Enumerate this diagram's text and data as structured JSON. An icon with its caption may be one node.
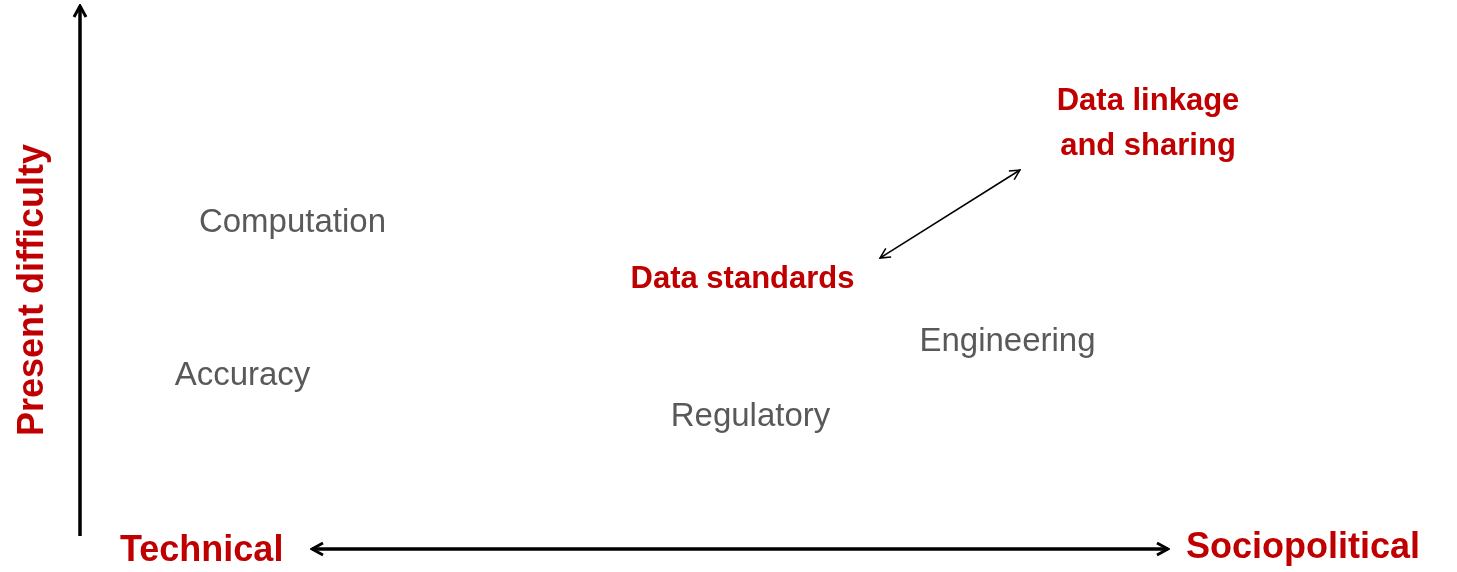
{
  "diagram": {
    "nodes": [
      {
        "text": [
          "Data linkage and sharing"
        ]
      },
      {
        "text": [
          "Computation"
        ]
      },
      {
        "text": [
          "Data standards"
        ]
      },
      {
        "text": [
          "Engineering"
        ]
      },
      {
        "text": [
          "Accuracy"
        ]
      },
      {
        "text": [
          "Regulatory"
        ]
      }
    ],
    "edges": [
      {
        "from": 2,
        "to": 0,
        "arrow": "both"
      }
    ],
    "labels": [
      "Present difficulty",
      "Technical",
      "Sociopolitical"
    ]
  }
}
